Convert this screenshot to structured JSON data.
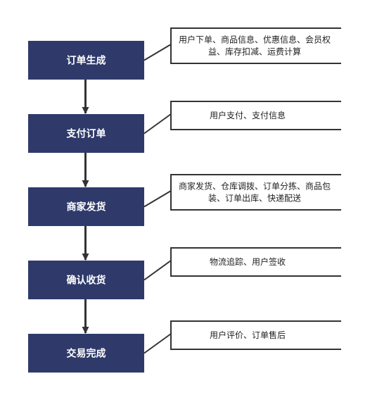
{
  "colors": {
    "stage_fill": "#2f3a6b",
    "stage_text": "#ffffff",
    "line": "#333333",
    "note_border": "#333333",
    "note_text": "#222222"
  },
  "stages": [
    {
      "label": "订单生成",
      "note": [
        "用户下单、商品信息、优惠信息、会员权",
        "益、库存扣减、运费计算"
      ]
    },
    {
      "label": "支付订单",
      "note": [
        "用户支付、支付信息"
      ]
    },
    {
      "label": "商家发货",
      "note": [
        "商家发货、仓库调拨、订单分拣、商品包",
        "装、订单出库、快递配送"
      ]
    },
    {
      "label": "确认收货",
      "note": [
        "物流追踪、用户签收"
      ]
    },
    {
      "label": "交易完成",
      "note": [
        "用户评价、订单售后"
      ]
    }
  ]
}
